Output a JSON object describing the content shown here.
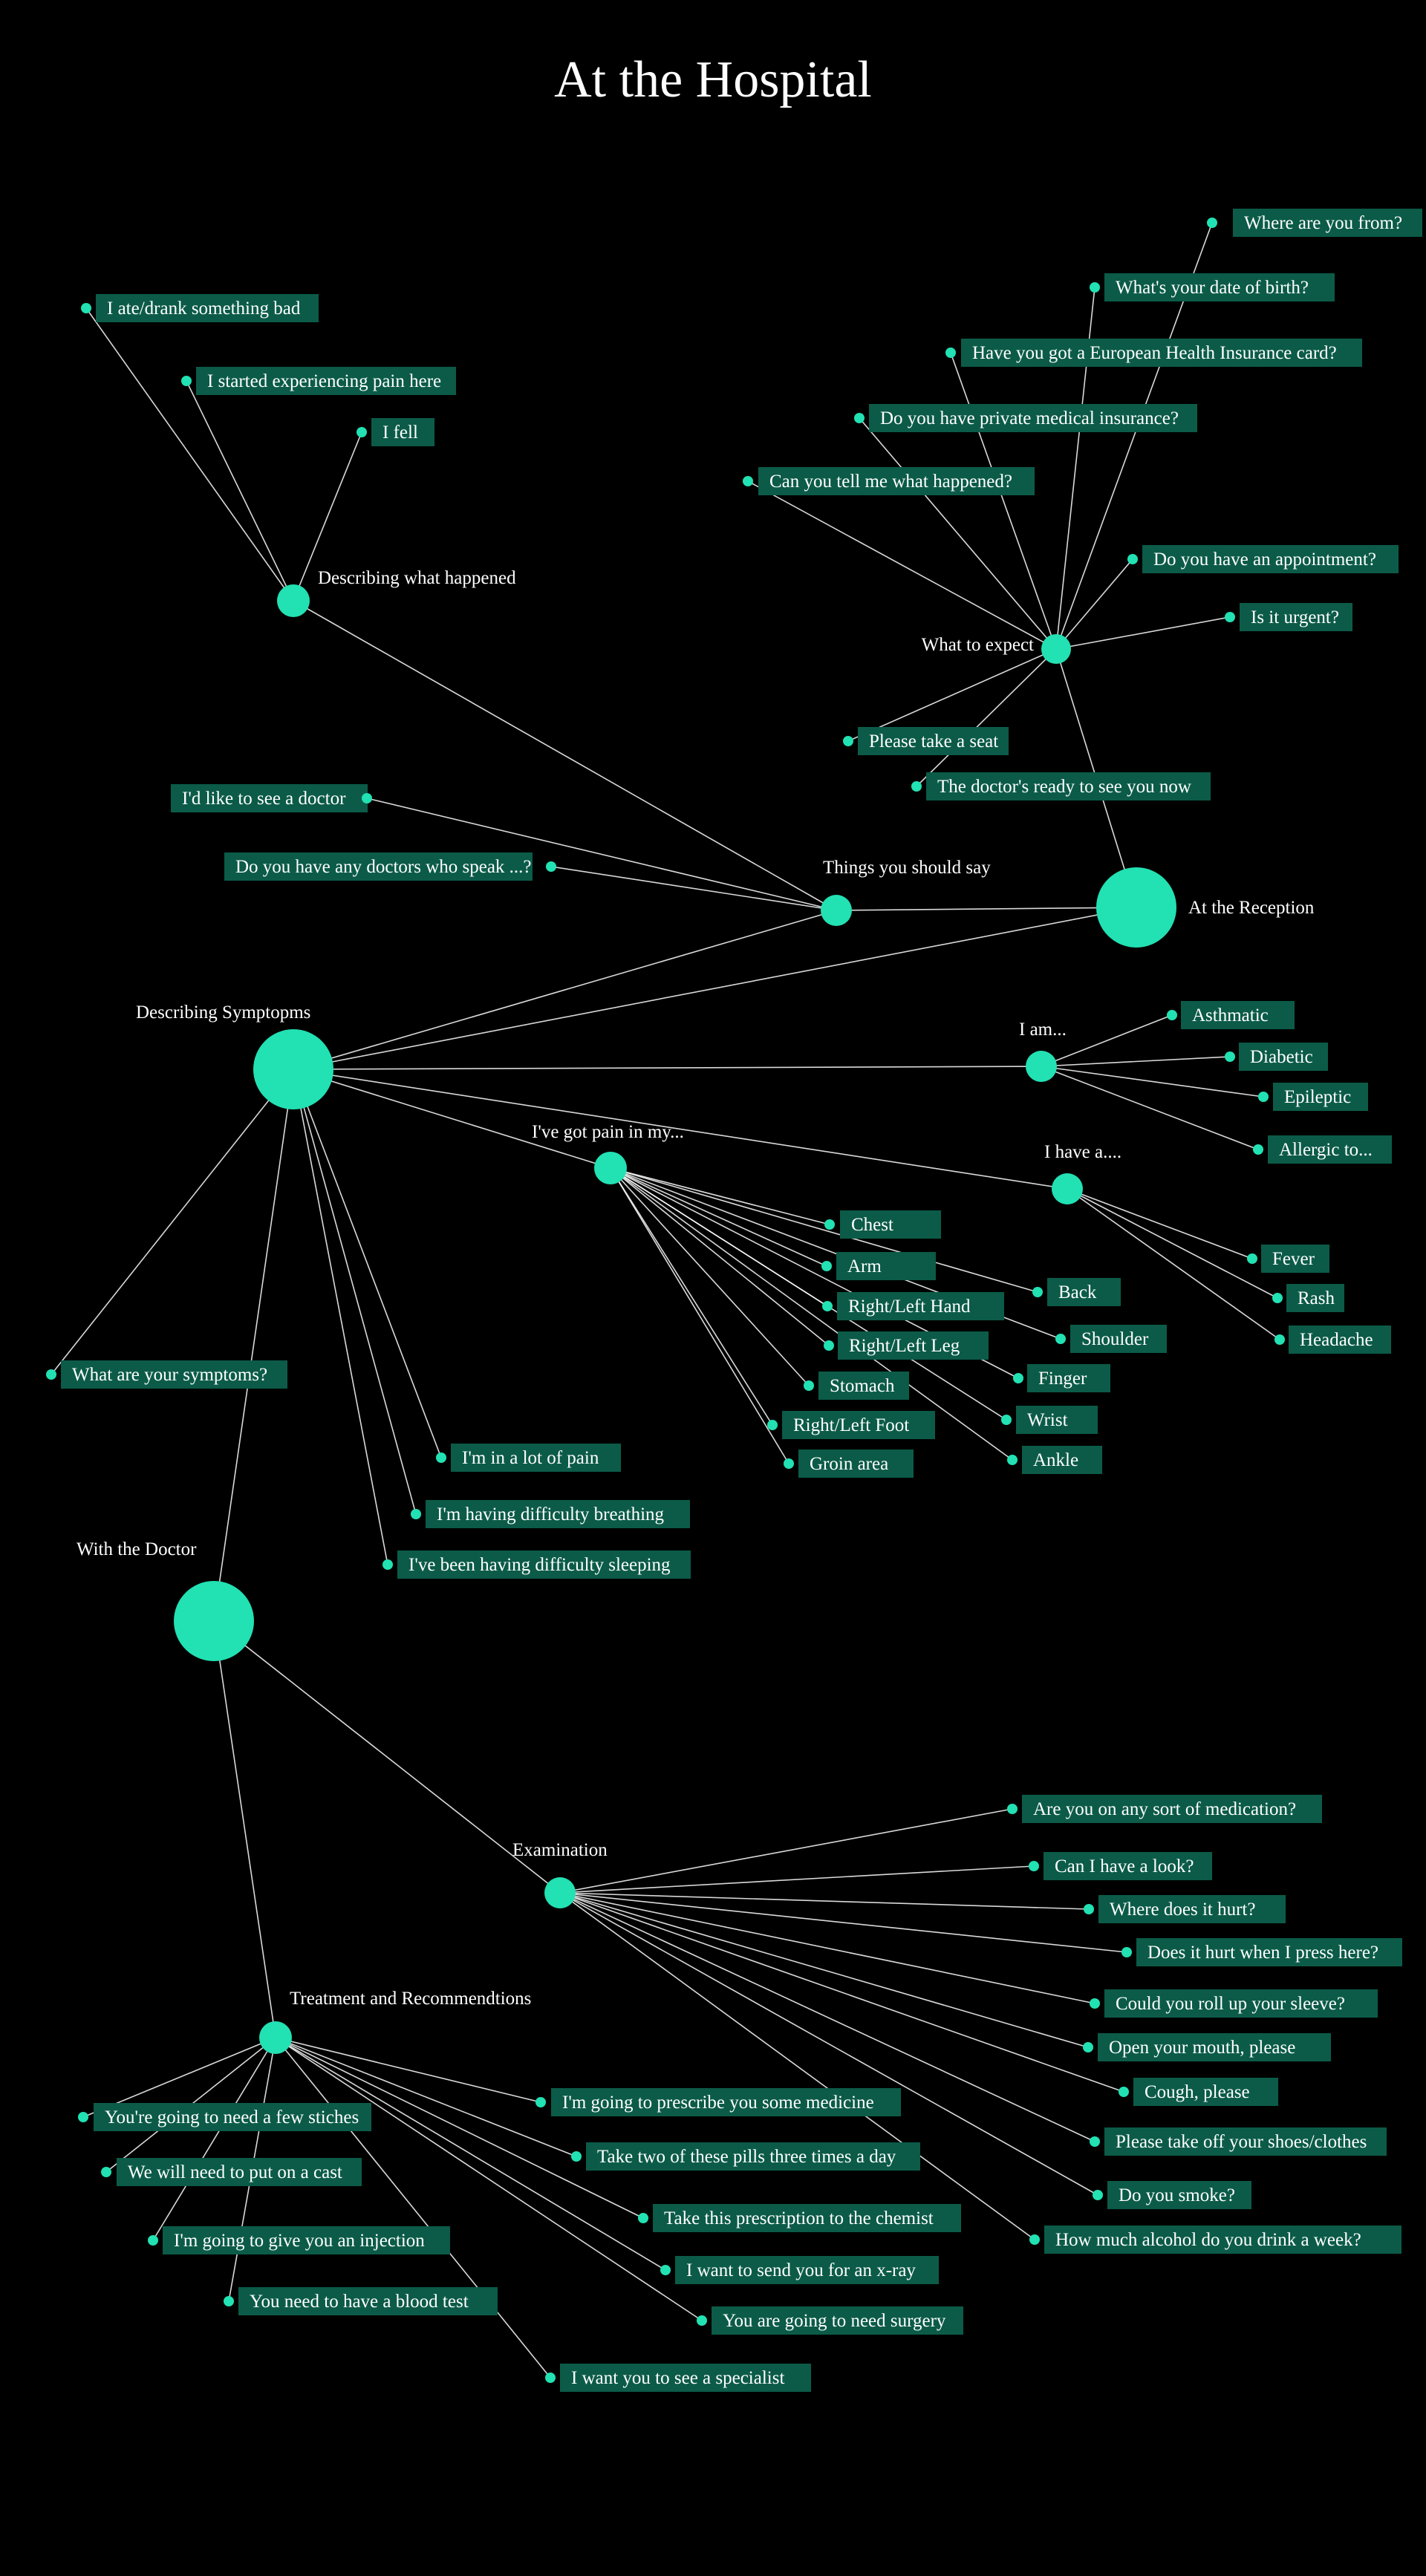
{
  "title": "At the Hospital",
  "colors": {
    "background": "#000000",
    "node": "#22e1b3",
    "label_box": "#0b5b48",
    "line": "#ffffff",
    "text": "#ffffff"
  },
  "hubs": [
    {
      "id": "reception",
      "label": "At the Reception"
    },
    {
      "id": "expect",
      "label": "What to expect"
    },
    {
      "id": "happened",
      "label": "Describing what happened"
    },
    {
      "id": "say",
      "label": "Things you should say"
    },
    {
      "id": "symptoms",
      "label": "Describing Symptopms"
    },
    {
      "id": "iam",
      "label": "I am..."
    },
    {
      "id": "ihave",
      "label": "I have a...."
    },
    {
      "id": "pain",
      "label": "I've got pain in my..."
    },
    {
      "id": "doctor",
      "label": "With the Doctor"
    },
    {
      "id": "exam",
      "label": "Examination"
    },
    {
      "id": "treat",
      "label": "Treatment and Recommendtions"
    }
  ],
  "leaves": {
    "expect": [
      "Where are you from?",
      "What's your date of birth?",
      "Have you got a European Health Insurance card?",
      "Do you have private medical insurance?",
      "Can you tell me what happened?",
      "Do you have an appointment?",
      "Is it urgent?",
      "Please take a seat",
      "The doctor's ready to see you now"
    ],
    "happened": [
      "I ate/drank something bad",
      "I started experiencing pain here",
      "I fell"
    ],
    "say": [
      "I'd like to see a doctor",
      "Do you have any doctors who speak ...?"
    ],
    "iam": [
      "Asthmatic",
      "Diabetic",
      "Epileptic",
      "Allergic to..."
    ],
    "ihave": [
      "Fever",
      "Rash",
      "Headache"
    ],
    "pain": [
      "Chest",
      "Arm",
      "Back",
      "Right/Left Hand",
      "Shoulder",
      "Right/Left Leg",
      "Finger",
      "Stomach",
      "Wrist",
      "Right/Left Foot",
      "Ankle",
      "Groin area"
    ],
    "symptoms": [
      "What are your symptoms?",
      "I'm in a lot of pain",
      "I'm having difficulty breathing",
      "I've been having difficulty sleeping"
    ],
    "exam": [
      "Are you on any sort of medication?",
      "Can I have a look?",
      "Where does it hurt?",
      "Does it hurt when I press here?",
      "Could you roll up your sleeve?",
      "Open your mouth, please",
      "Cough, please",
      "Please take off your shoes/clothes",
      "Do you smoke?",
      "How much alcohol do you drink a week?"
    ],
    "treat": [
      "You're going to need a few stiches",
      "We will need to put on a cast",
      "I'm going to give you an injection",
      "You need to have a blood test",
      "I'm going to prescribe you some medicine",
      "Take two of these pills three times a day",
      "Take this prescription to the chemist",
      "I want to send you for an x-ray",
      "You are going to need surgery",
      "I want you to see a specialist"
    ]
  }
}
